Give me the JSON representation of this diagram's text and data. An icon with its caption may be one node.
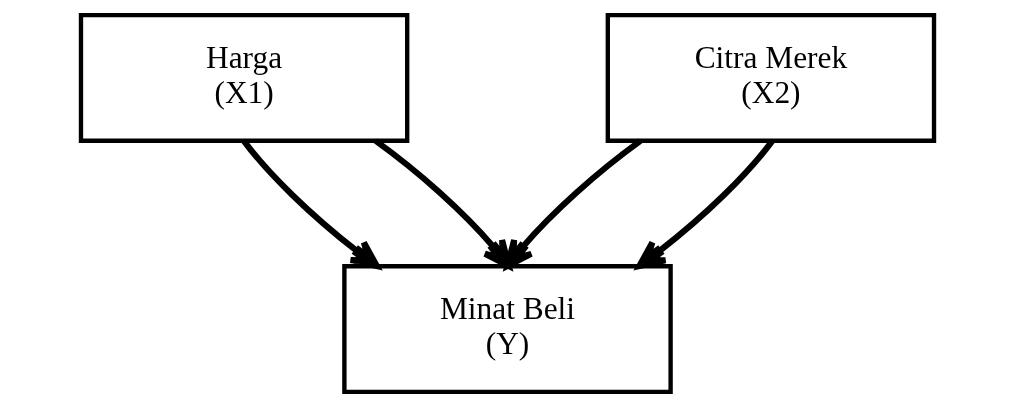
{
  "diagram": {
    "nodes": [
      {
        "text": [
          "Harga",
          "(X1)"
        ]
      },
      {
        "text": [
          "Citra Merek",
          "(X2)"
        ]
      },
      {
        "text": [
          "Minat Beli",
          "(Y)"
        ]
      }
    ],
    "edges": [
      {
        "from": 0,
        "to": 2,
        "arrow": "to"
      },
      {
        "from": 1,
        "to": 2,
        "arrow": "to"
      },
      {
        "from": 0,
        "to": 2,
        "arrow": "to"
      },
      {
        "from": 1,
        "to": 2,
        "arrow": "to"
      }
    ]
  }
}
